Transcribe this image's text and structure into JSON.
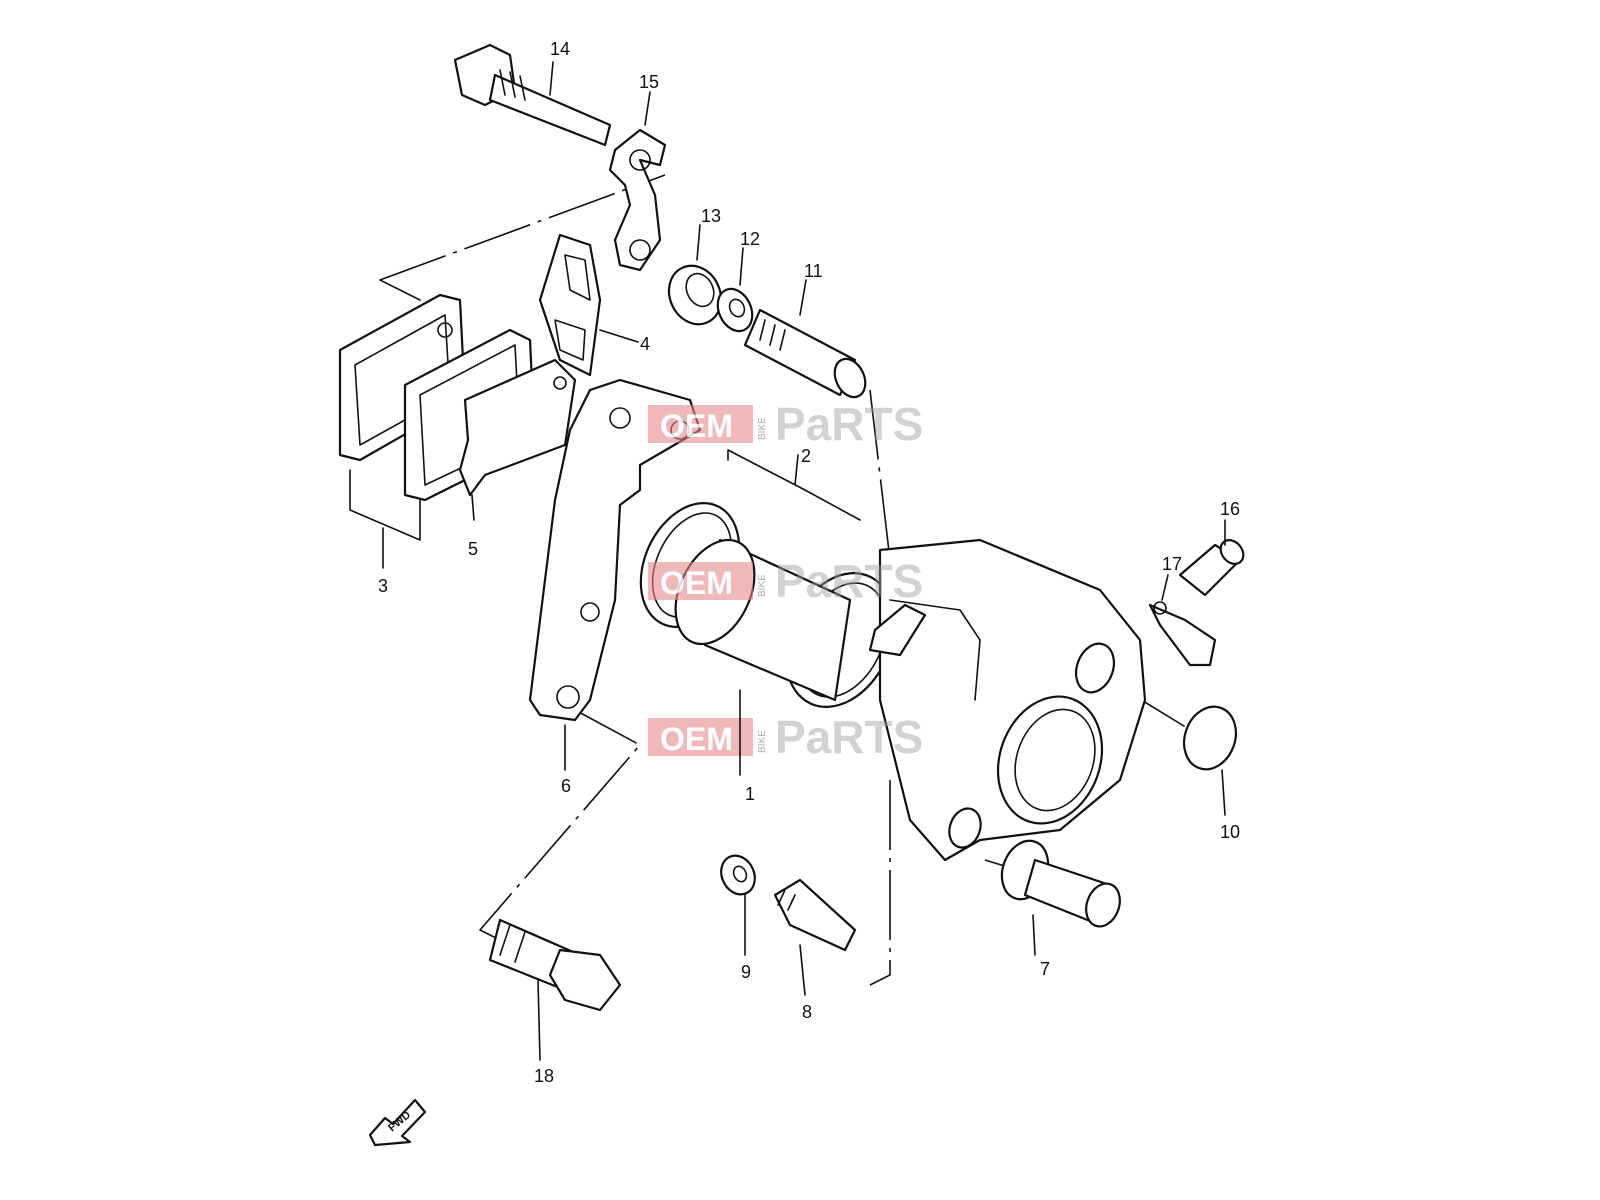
{
  "diagram": {
    "callouts": [
      "1",
      "2",
      "3",
      "4",
      "5",
      "6",
      "7",
      "8",
      "9",
      "10",
      "11",
      "12",
      "13",
      "14",
      "15",
      "16",
      "17",
      "18"
    ],
    "direction_label": "FWD"
  },
  "watermark": {
    "oem": "OEM",
    "bike": "BIKE",
    "parts": "PaRTS",
    "accent_color": "#e8898c",
    "gray_color": "#9e9e9e"
  }
}
